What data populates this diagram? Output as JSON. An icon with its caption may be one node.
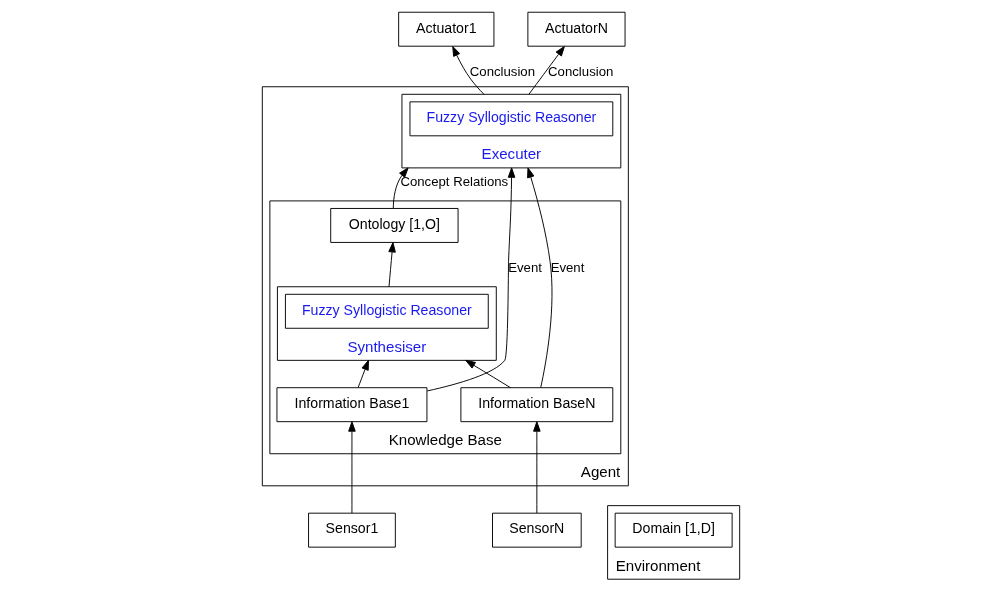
{
  "diagram": {
    "nodes": [
      {
        "text": [
          "Agent"
        ]
      },
      {
        "text": [
          "Knowledge Base"
        ],
        "in": 0
      },
      {
        "text": [
          "Ontology [1,O]"
        ],
        "in": 1
      },
      {
        "text": [
          "Synthesiser"
        ],
        "in": 1
      },
      {
        "text": [
          "Fuzzy Syllogistic Reasoner"
        ],
        "in": 3
      },
      {
        "text": [
          "Information Base1"
        ],
        "in": 1
      },
      {
        "text": [
          "Information BaseN"
        ],
        "in": 1
      },
      {
        "text": [
          "Executer"
        ],
        "in": 0
      },
      {
        "text": [
          "Fuzzy Syllogistic Reasoner"
        ],
        "in": 7
      },
      {
        "text": [
          "Sensor1"
        ]
      },
      {
        "text": [
          "SensorN"
        ]
      },
      {
        "text": [
          "Actuator1"
        ]
      },
      {
        "text": [
          "ActuatorN"
        ]
      },
      {
        "text": [
          "Environment"
        ]
      },
      {
        "text": [
          "Domain [1,D]"
        ],
        "in": 13
      }
    ],
    "edges": [
      {
        "from": 3,
        "to": 2,
        "arrow": "to"
      },
      {
        "from": 5,
        "to": 3,
        "arrow": "to"
      },
      {
        "from": 6,
        "to": 3,
        "arrow": "to"
      },
      {
        "from": 2,
        "to": 7,
        "arrow": "to",
        "label": "Concept Relations"
      },
      {
        "from": 5,
        "to": 7,
        "arrow": "to",
        "label": "Event"
      },
      {
        "from": 6,
        "to": 7,
        "arrow": "to",
        "label": "Event"
      },
      {
        "from": 9,
        "to": 5,
        "arrow": "to"
      },
      {
        "from": 10,
        "to": 6,
        "arrow": "to"
      },
      {
        "from": 7,
        "to": 11,
        "arrow": "to",
        "label": "Conclusion"
      },
      {
        "from": 7,
        "to": 12,
        "arrow": "to",
        "label": "Conclusion"
      }
    ]
  }
}
